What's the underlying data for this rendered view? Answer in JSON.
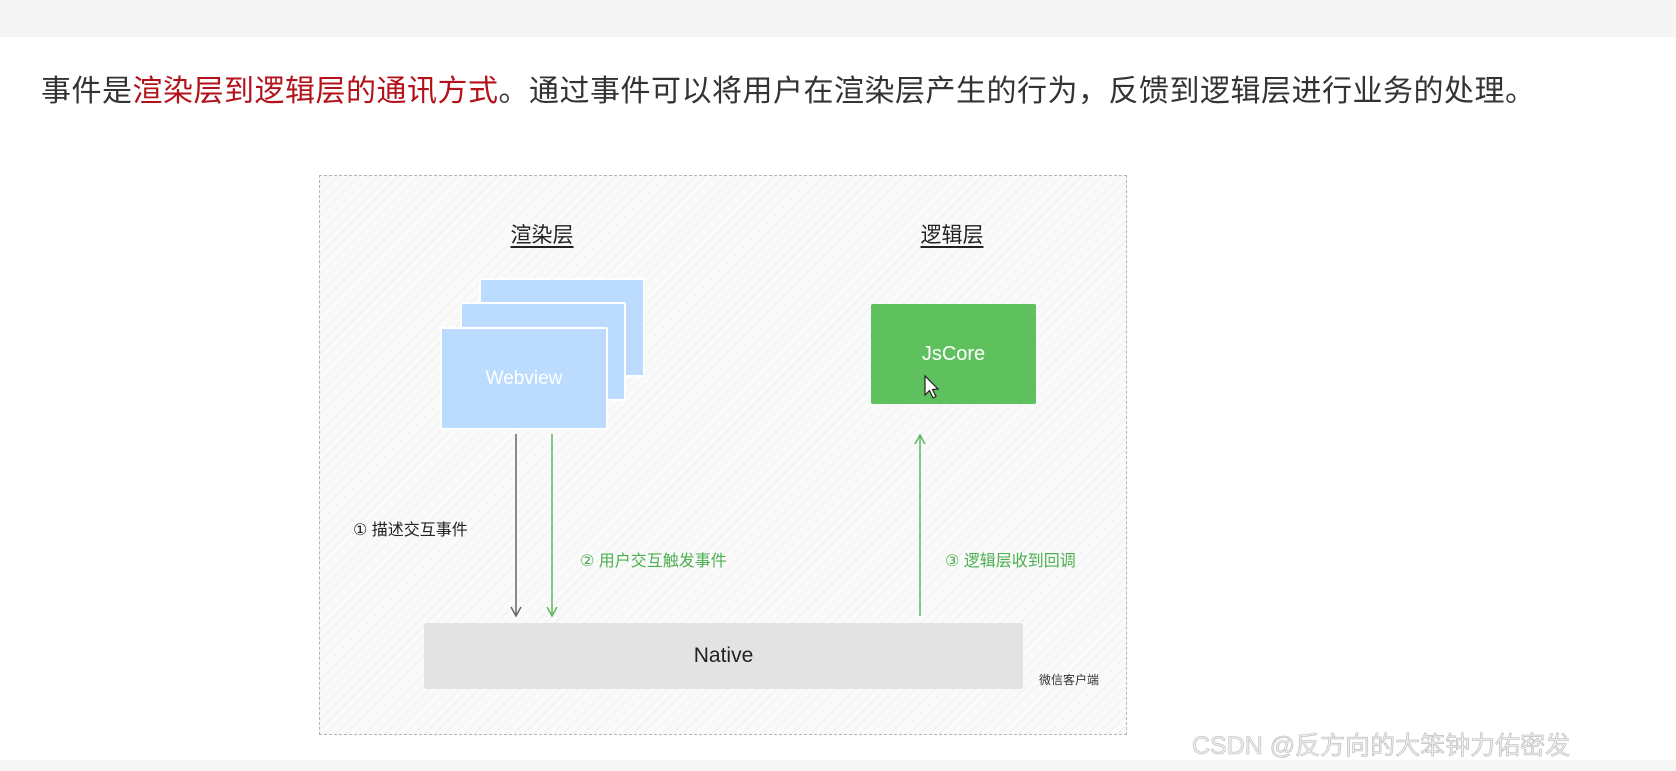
{
  "heading": {
    "prefix": "事件是",
    "highlight": "渲染层到逻辑层的通讯方式",
    "suffix": "。通过事件可以将用户在渲染层产生的行为，反馈到逻辑层进行业务的处理。"
  },
  "colors": {
    "highlight": "#b3121b",
    "webview": "#bcdcff",
    "jscore": "#5ec15e",
    "arrow_green": "#5cb85c",
    "arrow_gray": "#666666"
  },
  "diagram": {
    "render_layer_title": "渲染层",
    "logic_layer_title": "逻辑层",
    "webview_label": "Webview",
    "jscore_label": "JsCore",
    "native_label": "Native",
    "client_label": "微信客户端",
    "step1": "① 描述交互事件",
    "step2": "② 用户交互触发事件",
    "step3": "③ 逻辑层收到回调"
  },
  "watermark": "CSDN @反方向的大笨钟力佑密发"
}
